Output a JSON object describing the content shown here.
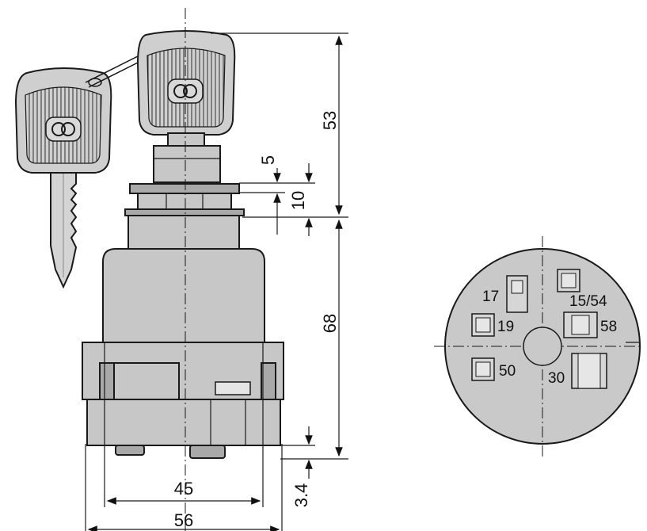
{
  "dimensions": {
    "d53": "53",
    "d5": "5",
    "d10": "10",
    "d68": "68",
    "d45": "45",
    "d56": "56",
    "d34": "3.4"
  },
  "terminals": {
    "t17": "17",
    "t1554": "15/54",
    "t19": "19",
    "t58": "58",
    "t50": "50",
    "t30": "30"
  },
  "icons": {
    "key": "key-icon",
    "switch": "ignition-switch-icon",
    "terminal-face": "terminal-face-icon"
  }
}
